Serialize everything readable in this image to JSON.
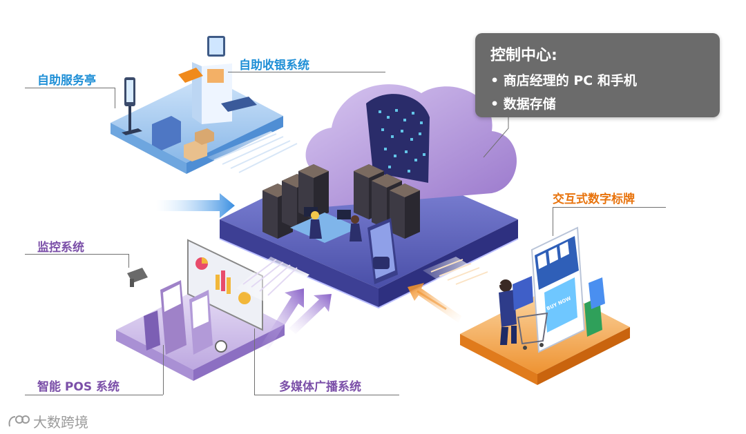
{
  "labels": {
    "kiosk": "自助服务亭",
    "self_checkout": "自助收银系统",
    "digital_signage": "交互式数字标牌",
    "surveillance": "监控系统",
    "pos": "智能 POS 系统",
    "multimedia": "多媒体广播系统"
  },
  "control_center": {
    "title": "控制中心:",
    "items": [
      "• 商店经理的 PC 和手机",
      "• 数据存储"
    ]
  },
  "signage_screen_text": "BUY NOW",
  "watermark": "大数跨境",
  "colors": {
    "blue_label": "#1f8fd6",
    "orange_label": "#e8730c",
    "purple_label": "#7b4fa8",
    "control_box": "#6b6b6b",
    "central_platform": "#5a5fb8",
    "cloud": "#a98bd4",
    "orange_platform": "#f2a04a",
    "lilac_platform": "#c7b6e6",
    "blue_platform": "#9fc7ef"
  }
}
